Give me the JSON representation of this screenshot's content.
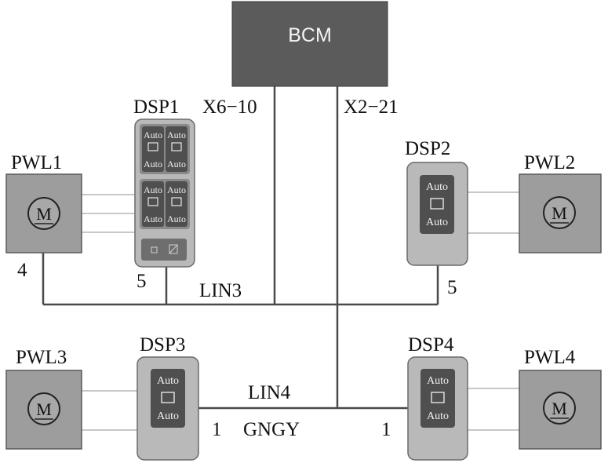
{
  "bcm": {
    "label": "BCM"
  },
  "connectors": {
    "left": "X6−10",
    "right": "X2−21"
  },
  "buses": {
    "lin3": "LIN3",
    "lin4": "LIN4",
    "gngy": "GNGY"
  },
  "pin_labels": {
    "pwl1_pin": "4",
    "dsp1_pin": "5",
    "dsp2_pin": "5",
    "dsp3_pin": "1",
    "dsp4_pin": "1"
  },
  "modules": {
    "dsp1": {
      "label": "DSP1"
    },
    "dsp2": {
      "label": "DSP2"
    },
    "dsp3": {
      "label": "DSP3"
    },
    "dsp4": {
      "label": "DSP4"
    }
  },
  "motors": {
    "pwl1": {
      "label": "PWL1"
    },
    "pwl2": {
      "label": "PWL2"
    },
    "pwl3": {
      "label": "PWL3"
    },
    "pwl4": {
      "label": "PWL4"
    },
    "symbol": "M"
  },
  "switch_text": "Auto",
  "colors": {
    "bcm": "#5b5b5b",
    "motor_box": "#9d9d9d",
    "module_body": "#b9b9b9",
    "switch": "#4f4f4f",
    "wire": "#4a4a4a",
    "wire_light": "#c8c8c8"
  }
}
